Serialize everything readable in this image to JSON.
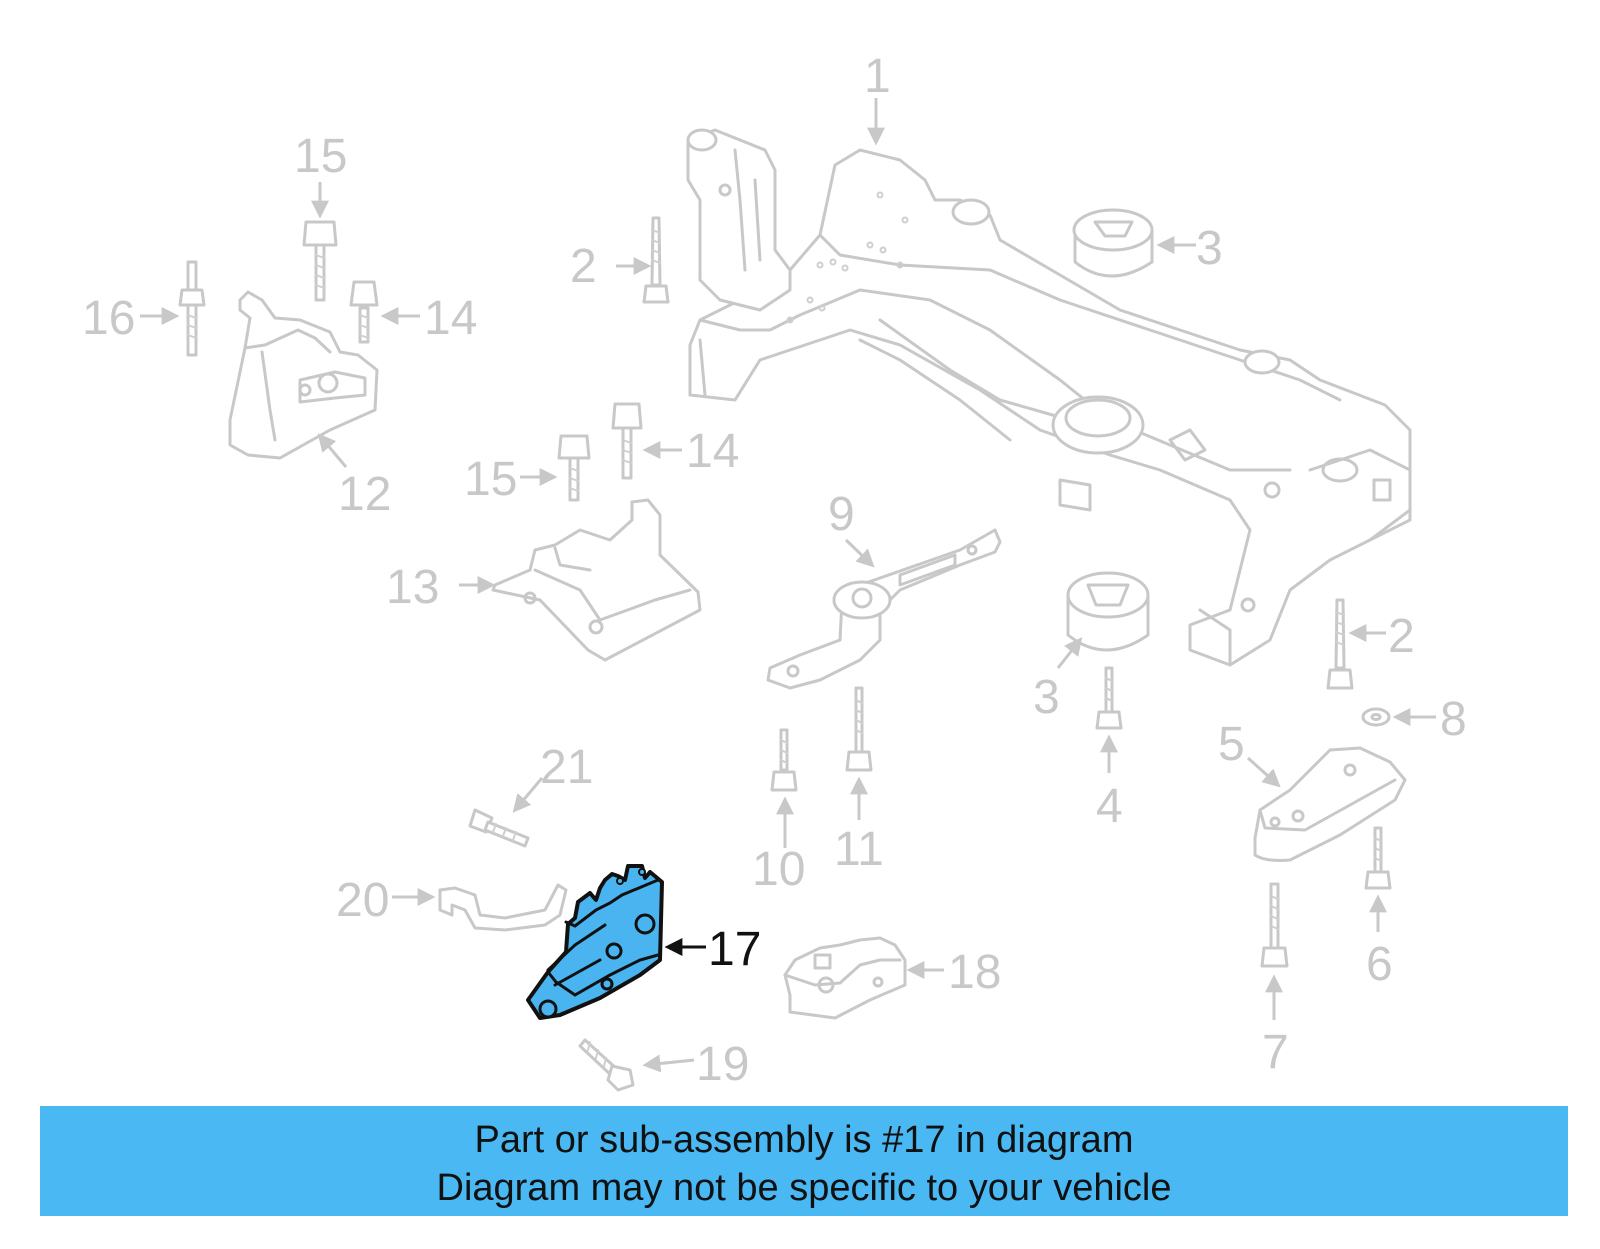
{
  "callouts": {
    "c1": "1",
    "c2a": "2",
    "c2b": "2",
    "c3a": "3",
    "c3b": "3",
    "c4": "4",
    "c5": "5",
    "c6": "6",
    "c7": "7",
    "c8": "8",
    "c9": "9",
    "c10": "10",
    "c11": "11",
    "c12": "12",
    "c13": "13",
    "c14a": "14",
    "c14b": "14",
    "c15a": "15",
    "c15b": "15",
    "c16": "16",
    "c17": "17",
    "c18": "18",
    "c19": "19",
    "c20": "20",
    "c21": "21"
  },
  "highlighted_part": "17",
  "colors": {
    "highlight_fill": "#4ab4f0",
    "banner_bg": "#4ab8f2",
    "muted_line": "#c8c8c8"
  },
  "banner": {
    "line1": "Part or sub-assembly is #17 in diagram",
    "line2": "Diagram may not be specific to your vehicle"
  }
}
